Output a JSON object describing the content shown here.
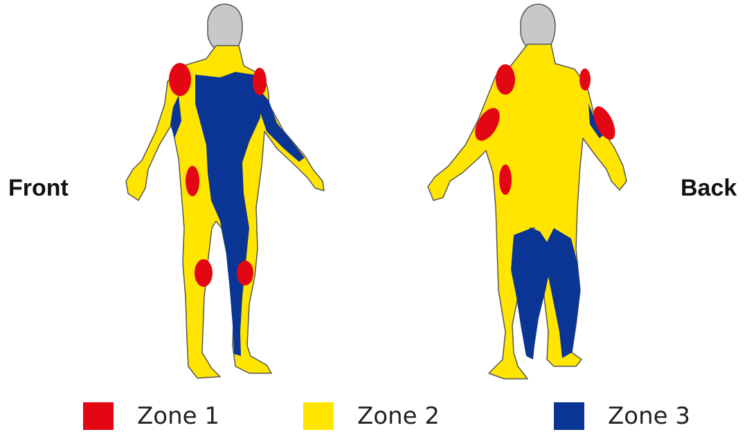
{
  "views": {
    "front": "Front",
    "back": "Back"
  },
  "legend": [
    {
      "label": "Zone 1",
      "color": "#e30613"
    },
    {
      "label": "Zone 2",
      "color": "#ffe500"
    },
    {
      "label": "Zone 3",
      "color": "#0a3594"
    }
  ],
  "colors": {
    "head": "#c8c8c8",
    "outline": "#555555"
  }
}
